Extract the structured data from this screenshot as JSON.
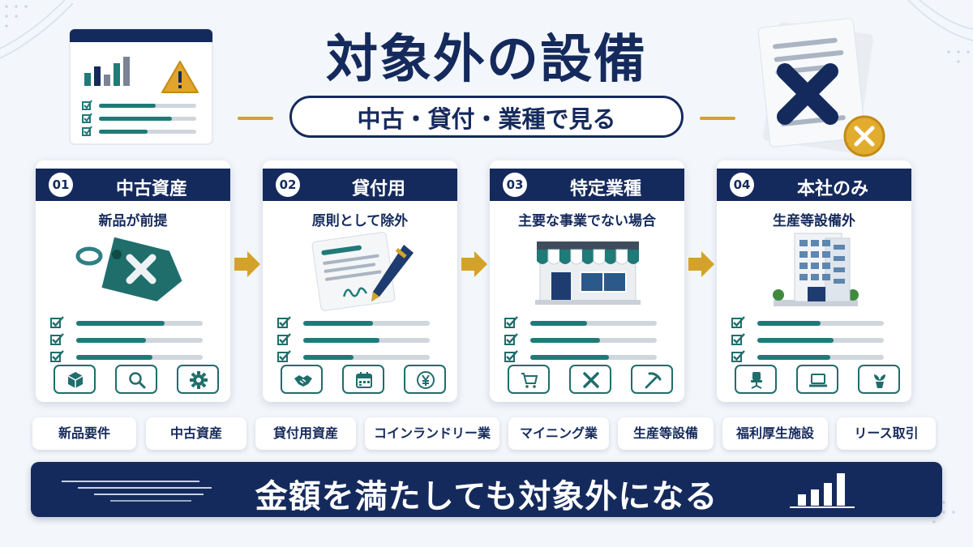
{
  "title": "対象外の設備",
  "subtitle": "中古・貸付・業種で見る",
  "cards": [
    {
      "number": "01",
      "title": "中古資産",
      "description": "新品が前提",
      "progress": [
        0.7,
        0.55,
        0.6
      ],
      "icons": [
        "box-icon",
        "magnifier-icon",
        "gear-icon"
      ]
    },
    {
      "number": "02",
      "title": "貸付用",
      "description": "原則として除外",
      "progress": [
        0.55,
        0.6,
        0.4
      ],
      "icons": [
        "handshake-icon",
        "calendar-icon",
        "yen-coin-icon"
      ]
    },
    {
      "number": "03",
      "title": "特定業種",
      "description": "主要な事業でない場合",
      "progress": [
        0.45,
        0.55,
        0.62
      ],
      "icons": [
        "cart-icon",
        "tools-icon",
        "pickaxe-icon"
      ]
    },
    {
      "number": "04",
      "title": "本社のみ",
      "description": "生産等設備外",
      "progress": [
        0.5,
        0.6,
        0.58
      ],
      "icons": [
        "office-chair-icon",
        "laptop-icon",
        "plant-icon"
      ]
    }
  ],
  "tags": [
    "新品要件",
    "中古資産",
    "貸付用資産",
    "コインランドリー業",
    "マイニング業",
    "生産等設備",
    "福利厚生施設",
    "リース取引"
  ],
  "banner": "金額を満たしても対象外になる",
  "colors": {
    "navy": "#152a5c",
    "teal": "#1f7a78",
    "gold": "#d4a22a",
    "background": "#f3f6fa"
  }
}
